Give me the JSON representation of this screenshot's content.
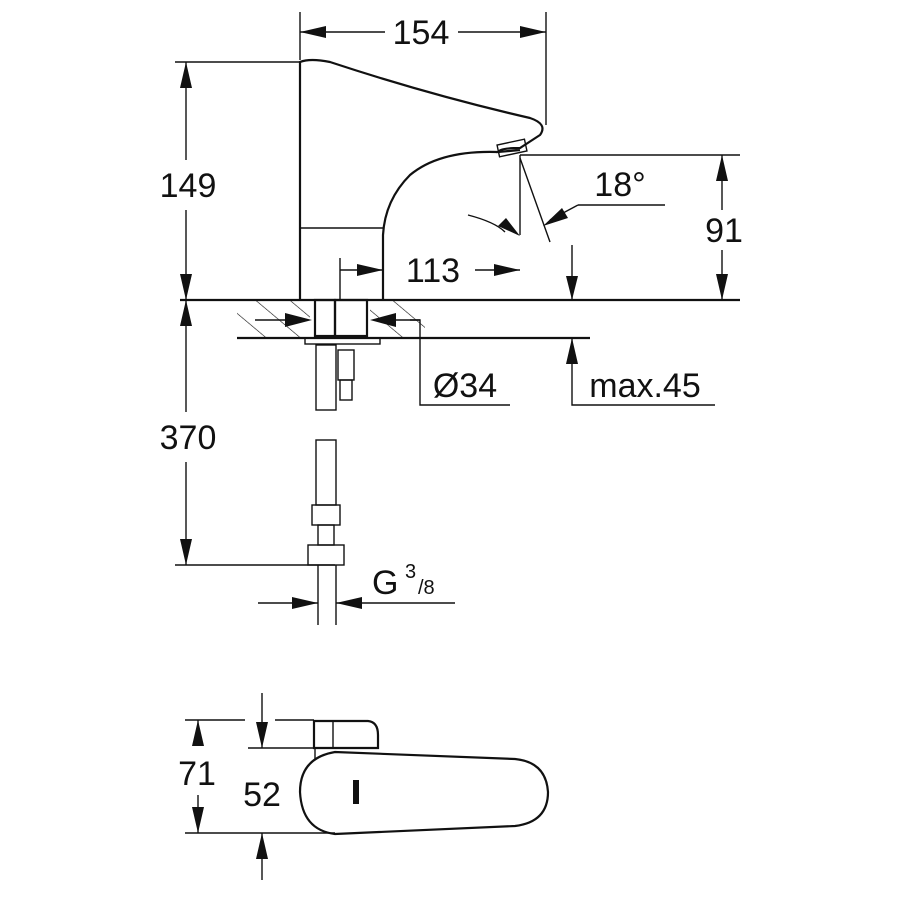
{
  "dimensions": {
    "width_total": "154",
    "height_total": "149",
    "spout_height": "91",
    "spout_angle": "18°",
    "spout_reach": "113",
    "hole_diameter": "Ø34",
    "counter_thickness": "max.45",
    "hose_length": "370",
    "thread_letter": "G",
    "thread_numerator": "3",
    "thread_denominator": "/8",
    "plan_total": "71",
    "plan_body": "52"
  },
  "colors": {
    "line": "#111111",
    "background": "#ffffff"
  }
}
